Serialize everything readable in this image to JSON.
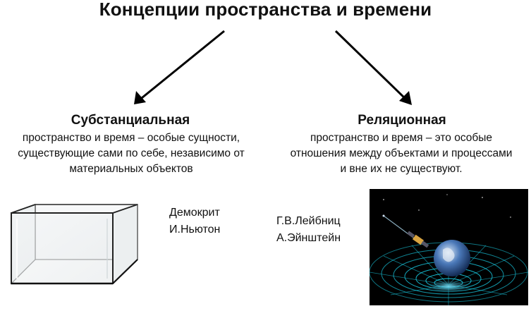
{
  "title": "Концепции пространства и времени",
  "left": {
    "heading": "Субстанциальная",
    "description_lines": [
      "пространство и время – особые сущности,",
      "существующие сами по себе, независимо от",
      "материальных объектов"
    ],
    "people": [
      "Демокрит",
      "И.Ньютон"
    ],
    "figure_icon": "glass-box-icon"
  },
  "right": {
    "heading": "Реляционная",
    "description_lines": [
      "пространство и время – это особые",
      "отношения между объектами и процессами",
      "и вне их не существуют."
    ],
    "people": [
      "Г.В.Лейбниц",
      "А.Эйнштейн"
    ],
    "figure_icon": "spacetime-curvature-icon"
  }
}
